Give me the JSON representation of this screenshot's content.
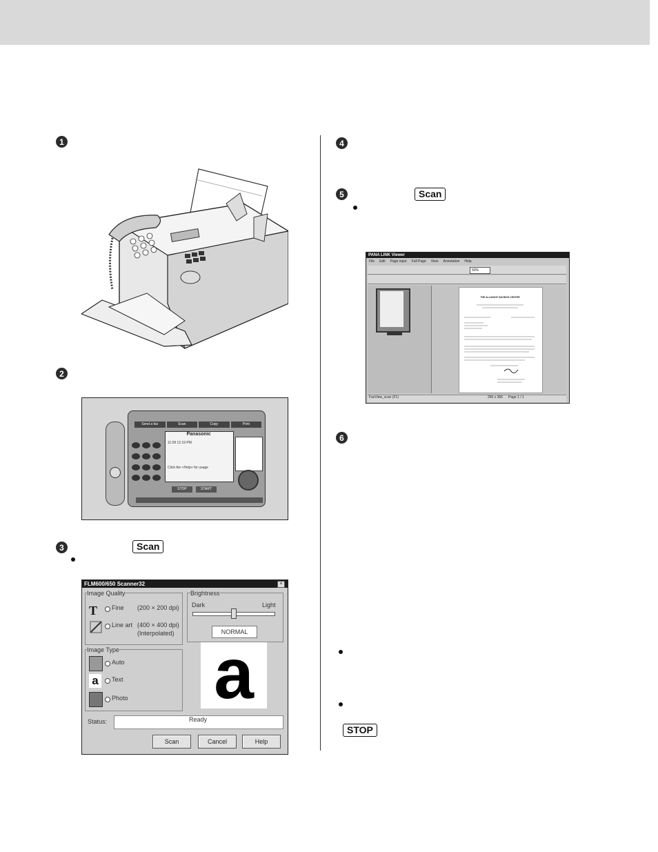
{
  "steps": {
    "s1": "1",
    "s2": "2",
    "s3": "3",
    "s4": "4",
    "s5": "5",
    "s6": "6"
  },
  "keys": {
    "scan_step3": "Scan",
    "scan_step5": "Scan",
    "stop": "STOP"
  },
  "panel": {
    "brand": "Panasonic",
    "tabs": [
      "Send a fax",
      "Scan",
      "Copy",
      "Print"
    ],
    "lcd_time": "11:09 12:19 PM",
    "lcd_hint": "Click the <Help> for usage",
    "stop_label": "STOP",
    "start_label": "START"
  },
  "scanner": {
    "title": "FLM600/650 Scanner32",
    "image_quality": "Image Quality",
    "fine": "Fine",
    "fine_dpi": "(200 × 200 dpi)",
    "line_art": "Line art",
    "line_art_dpi": "(400 × 400 dpi)",
    "interpolated": "(Interpolated)",
    "brightness": "Brightness",
    "dark": "Dark",
    "light": "Light",
    "normal": "NORMAL",
    "image_type": "Image Type",
    "auto": "Auto",
    "text": "Text",
    "photo": "Photo",
    "preview_glyph": "a",
    "status_label": "Status:",
    "status_value": "Ready",
    "scan_btn": "Scan",
    "cancel_btn": "Cancel",
    "help_btn": "Help",
    "close_glyph": "×"
  },
  "viewer": {
    "title": "PANA LINK Viewer",
    "menus": [
      "File",
      "Edit",
      "Page input",
      "Full Page",
      "View",
      "Annotation",
      "Help"
    ],
    "zoom": "50%",
    "doc_heading": "THE ALLIANCE SAVINGS CENTER",
    "status_file": "FaxView_scan (F1)",
    "status_size": "266 x 366",
    "status_page": "Page 1 / 1"
  }
}
